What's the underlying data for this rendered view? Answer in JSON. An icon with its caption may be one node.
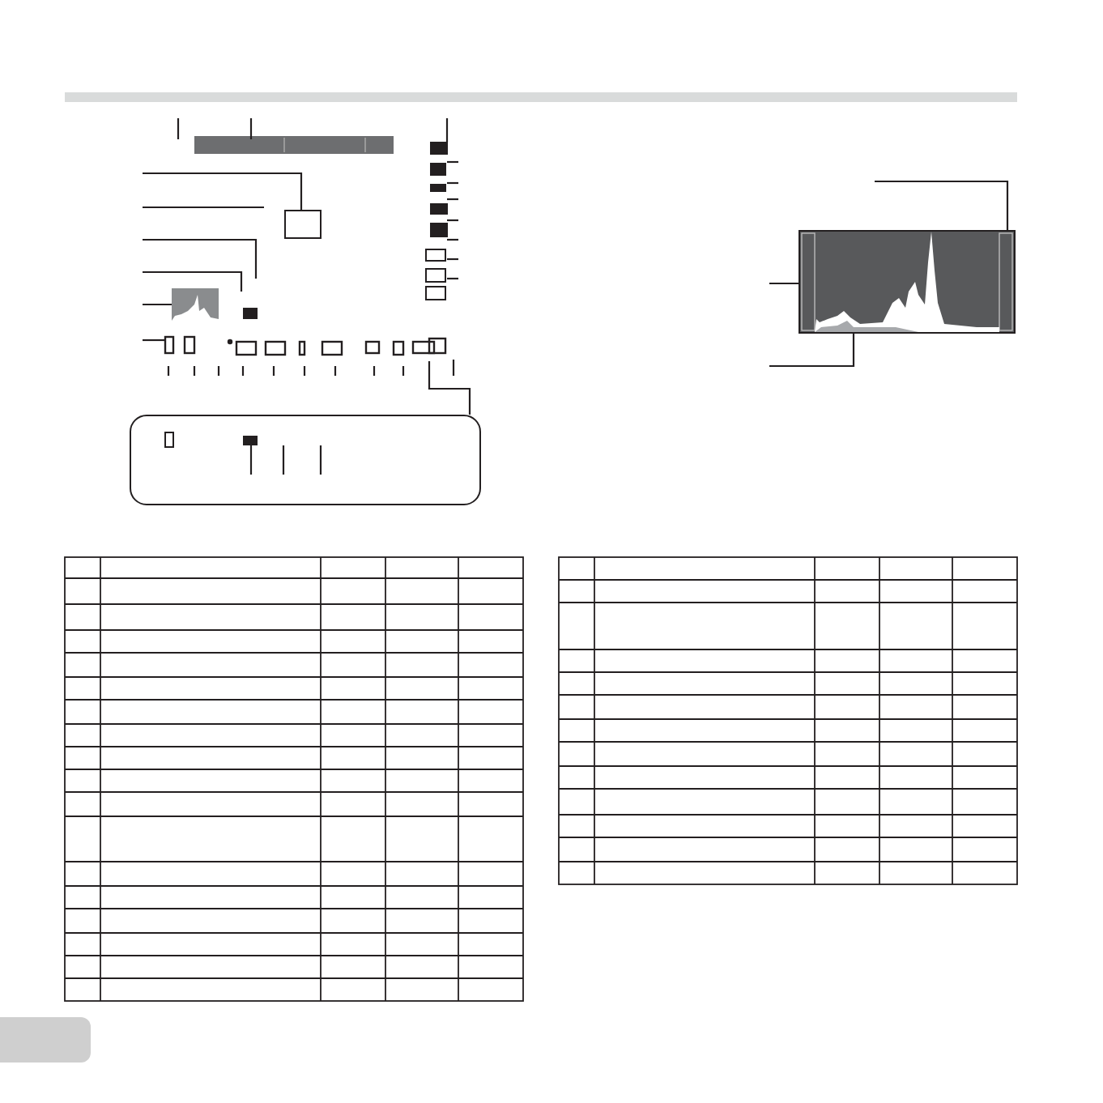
{
  "diagram": {
    "nodes": [
      {
        "text": [],
        "shape": "box"
      },
      {
        "text": [],
        "shape": "box"
      },
      {
        "text": [],
        "shape": "box"
      }
    ],
    "edges": [
      {
        "from": null,
        "to": 0,
        "arrow": "none"
      },
      {
        "from": null,
        "to": 0,
        "arrow": "none"
      },
      {
        "from": null,
        "to": 0,
        "arrow": "none"
      },
      {
        "from": null,
        "to": 0,
        "arrow": "none"
      },
      {
        "from": null,
        "to": 0,
        "arrow": "none"
      },
      {
        "from": null,
        "to": 0,
        "arrow": "none"
      },
      {
        "from": null,
        "to": 0,
        "arrow": "none"
      },
      {
        "from": null,
        "to": 0,
        "arrow": "none"
      },
      {
        "from": null,
        "to": 0,
        "arrow": "none"
      },
      {
        "from": null,
        "to": 0,
        "arrow": "none"
      },
      {
        "from": null,
        "to": 0,
        "arrow": "none"
      },
      {
        "from": null,
        "to": 0,
        "arrow": "none"
      },
      {
        "from": null,
        "to": 0,
        "arrow": "none"
      },
      {
        "from": null,
        "to": 0,
        "arrow": "none"
      },
      {
        "from": null,
        "to": 0,
        "arrow": "none"
      },
      {
        "from": null,
        "to": 0,
        "arrow": "none"
      },
      {
        "from": null,
        "to": 0,
        "arrow": "none"
      },
      {
        "from": null,
        "to": 0,
        "arrow": "none"
      },
      {
        "from": null,
        "to": 0,
        "arrow": "none"
      },
      {
        "from": null,
        "to": 0,
        "arrow": "none"
      },
      {
        "from": null,
        "to": 0,
        "arrow": "none"
      },
      {
        "from": null,
        "to": 0,
        "arrow": "none"
      },
      {
        "from": null,
        "to": 0,
        "arrow": "none"
      },
      {
        "from": null,
        "to": 0,
        "arrow": "none"
      },
      {
        "from": null,
        "to": 0,
        "arrow": "none"
      },
      {
        "from": null,
        "to": 0,
        "arrow": "none"
      },
      {
        "from": 0,
        "to": 1,
        "arrow": "none"
      },
      {
        "from": null,
        "to": 1,
        "arrow": "none"
      },
      {
        "from": null,
        "to": 1,
        "arrow": "none"
      },
      {
        "from": null,
        "to": 1,
        "arrow": "none"
      },
      {
        "from": null,
        "to": 2,
        "arrow": "none"
      },
      {
        "from": null,
        "to": 2,
        "arrow": "none"
      },
      {
        "from": null,
        "to": 2,
        "arrow": "none"
      }
    ]
  }
}
